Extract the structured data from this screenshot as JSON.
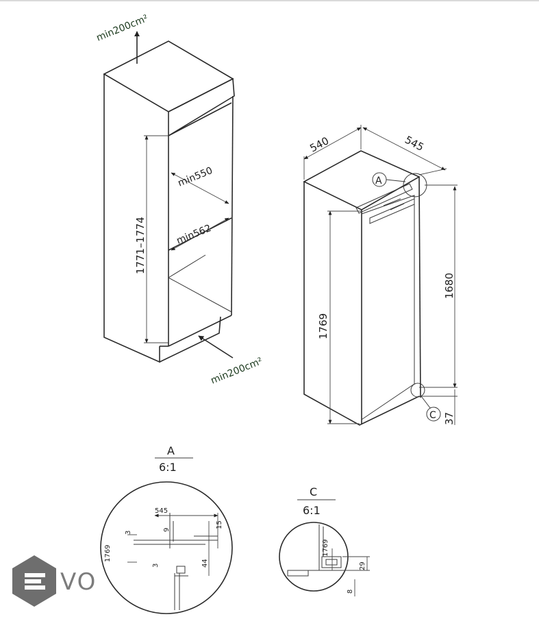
{
  "niche": {
    "top_vent": "min200cm²",
    "bottom_vent": "min200cm²",
    "height_range": "1771–1774",
    "depth_upper": "min550",
    "depth_lower": "min562"
  },
  "appliance": {
    "width": "540",
    "depth": "545",
    "height_left": "1769",
    "height_right": "1680",
    "bottom_offset": "37",
    "callout_a": "A",
    "callout_c": "C"
  },
  "detail_a": {
    "label": "A",
    "scale": "6:1",
    "dim_545": "545",
    "dim_3_top": "3",
    "dim_9": "9",
    "dim_15": "15",
    "dim_1769": "1769",
    "dim_3_bottom": "3",
    "dim_44": "44"
  },
  "detail_c": {
    "label": "C",
    "scale": "6:1",
    "dim_1769": "1769",
    "dim_29": "29",
    "dim_8": "8"
  },
  "logo": {
    "text": "VO"
  }
}
